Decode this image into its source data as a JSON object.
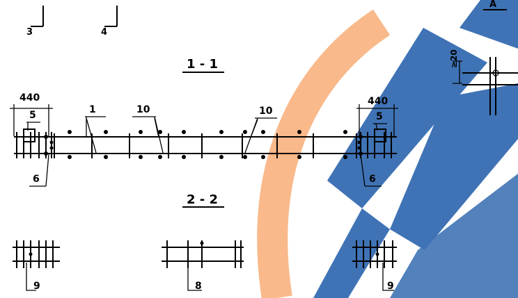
{
  "labels": {
    "mark_3": "3",
    "mark_4": "4",
    "mark_A": "A",
    "section_1": "1 - 1",
    "section_2": "2 - 2",
    "dim_left": "440",
    "dim_right": "440",
    "dim_vertical": "≥20",
    "pos_1": "1",
    "pos_5_left": "5",
    "pos_5_right": "5",
    "pos_6_left": "6",
    "pos_6_right": "6",
    "pos_10_a": "10",
    "pos_10_b": "10",
    "pos_9_left": "9",
    "pos_9_right": "9",
    "pos_8": "8"
  },
  "watermark": {
    "orange": "#f9b98a",
    "blue": "#3f73b5"
  }
}
